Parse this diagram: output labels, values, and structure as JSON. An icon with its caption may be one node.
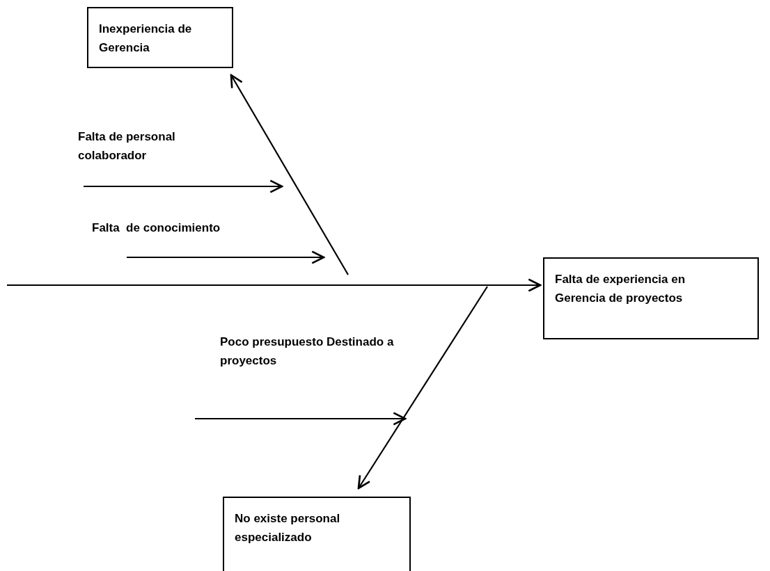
{
  "diagram": {
    "nodes": [
      {
        "text": [
          "Inexperiencia de Gerencia"
        ]
      },
      {
        "text": [
          "Falta de experiencia en Gerencia de proyectos"
        ]
      },
      {
        "text": [
          "No existe personal especializado"
        ]
      },
      {
        "text": [
          "Falta de personal colaborador"
        ]
      },
      {
        "text": [
          "Falta  de conocimiento"
        ]
      },
      {
        "text": [
          "Poco presupuesto Destinado a proyectos"
        ]
      }
    ],
    "edges": [
      {
        "from": null,
        "to": 1,
        "arrow": "to"
      },
      {
        "from": null,
        "to": 0,
        "arrow": "to"
      },
      {
        "from": null,
        "to": 2,
        "arrow": "to"
      }
    ]
  }
}
